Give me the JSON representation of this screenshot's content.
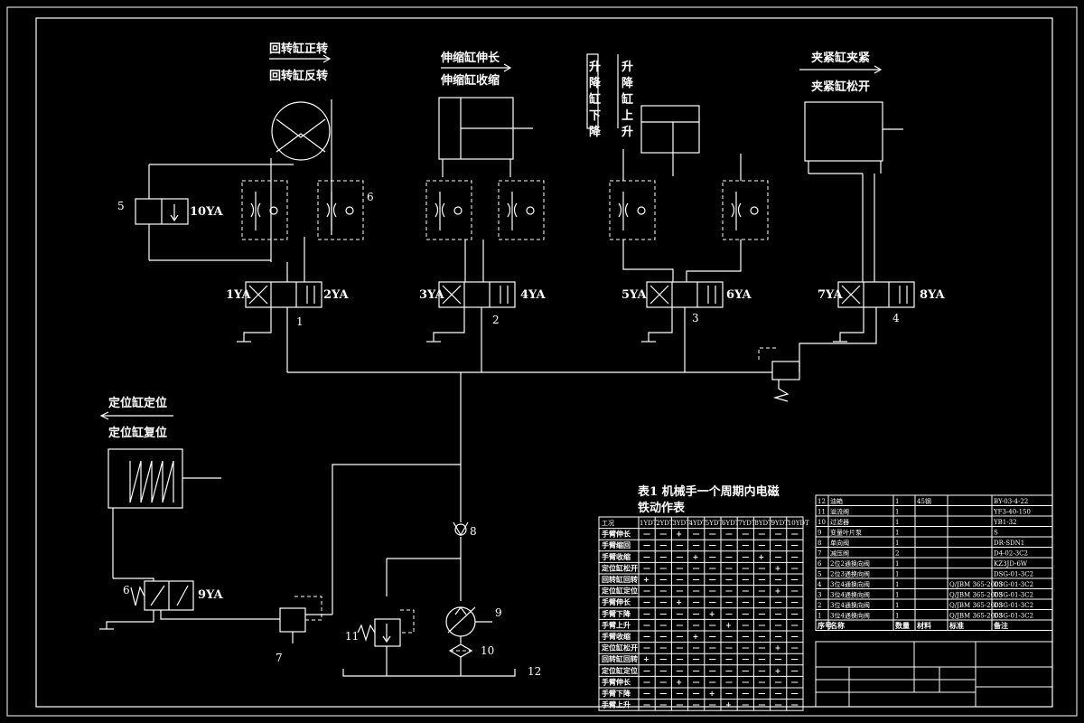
{
  "labels": {
    "rotary_cw": "回转缸正转",
    "rotary_ccw": "回转缸反转",
    "extend_long": "伸缩缸伸长",
    "extend_retract": "伸缩缸收缩",
    "lift_down_a": "升降缸下降",
    "lift_up_a": "升降缸上升",
    "clamp_close": "夹紧缸夹紧",
    "clamp_open": "夹紧缸松开",
    "locate_pos": "定位缸定位",
    "locate_reset": "定位缸复位"
  },
  "solenoids": [
    "1YA",
    "2YA",
    "3YA",
    "4YA",
    "5YA",
    "6YA",
    "7YA",
    "8YA",
    "9YA",
    "10YA"
  ],
  "part_numbers": [
    "1",
    "2",
    "3",
    "4",
    "5",
    "6",
    "6",
    "7",
    "8",
    "9",
    "10",
    "11",
    "12"
  ],
  "table_title_1": "表1  机械手一个周期内电磁",
  "table_title_2": "铁动作表",
  "action_table": {
    "header": [
      "工况",
      "1YDT",
      "2YDT",
      "3YDT",
      "4YDT",
      "5YDT",
      "6YDT",
      "7YDT",
      "8YDT",
      "9YDT",
      "10YDT"
    ],
    "rows": [
      {
        "name": "手臂伸长",
        "cells": [
          "—",
          "—",
          "+",
          "—",
          "—",
          "—",
          "—",
          "—",
          "—",
          "—"
        ]
      },
      {
        "name": "手臂缩回",
        "cells": [
          "—",
          "—",
          "—",
          "—",
          "—",
          "—",
          "—",
          "—",
          "—",
          "—"
        ]
      },
      {
        "name": "手臂收缩",
        "cells": [
          "—",
          "—",
          "—",
          "+",
          "—",
          "—",
          "—",
          "+",
          "—",
          "—"
        ]
      },
      {
        "name": "定位缸松开",
        "cells": [
          "—",
          "—",
          "—",
          "—",
          "—",
          "—",
          "—",
          "—",
          "+",
          "—"
        ]
      },
      {
        "name": "回转缸回转",
        "cells": [
          "+",
          "—",
          "—",
          "—",
          "—",
          "—",
          "—",
          "—",
          "—",
          "—"
        ]
      },
      {
        "name": "定位缸定位",
        "cells": [
          "—",
          "—",
          "—",
          "—",
          "—",
          "—",
          "—",
          "—",
          "+",
          "—"
        ]
      },
      {
        "name": "手臂伸长",
        "cells": [
          "—",
          "—",
          "+",
          "—",
          "—",
          "—",
          "—",
          "—",
          "—",
          "—"
        ]
      },
      {
        "name": "手臂下降",
        "cells": [
          "—",
          "—",
          "—",
          "—",
          "+",
          "—",
          "—",
          "—",
          "—",
          "—"
        ]
      },
      {
        "name": "手臂上升",
        "cells": [
          "—",
          "—",
          "—",
          "—",
          "—",
          "+",
          "—",
          "—",
          "—",
          "—"
        ]
      },
      {
        "name": "手臂收缩",
        "cells": [
          "—",
          "—",
          "—",
          "+",
          "—",
          "—",
          "—",
          "—",
          "—",
          "—"
        ]
      },
      {
        "name": "定位缸松开",
        "cells": [
          "—",
          "—",
          "—",
          "—",
          "—",
          "—",
          "—",
          "—",
          "+",
          "—"
        ]
      },
      {
        "name": "回转缸回转",
        "cells": [
          "+",
          "—",
          "—",
          "—",
          "—",
          "—",
          "—",
          "—",
          "—",
          "—"
        ]
      },
      {
        "name": "定位缸定位",
        "cells": [
          "—",
          "—",
          "—",
          "—",
          "—",
          "—",
          "—",
          "—",
          "+",
          "—"
        ]
      },
      {
        "name": "手臂伸长",
        "cells": [
          "—",
          "—",
          "+",
          "—",
          "—",
          "—",
          "—",
          "—",
          "—",
          "—"
        ]
      },
      {
        "name": "手臂下降",
        "cells": [
          "—",
          "—",
          "—",
          "—",
          "+",
          "—",
          "—",
          "—",
          "—",
          "—"
        ]
      },
      {
        "name": "手臂上升",
        "cells": [
          "—",
          "—",
          "—",
          "—",
          "—",
          "+",
          "—",
          "—",
          "—",
          "—"
        ]
      }
    ]
  },
  "parts_list": {
    "rows": [
      {
        "no": "12",
        "name": "油箱",
        "qty": "1",
        "mat": "45钢",
        "std": "",
        "code": "BY-03-4-22"
      },
      {
        "no": "11",
        "name": "溢流阀",
        "qty": "1",
        "mat": "",
        "std": "",
        "code": "YF3-40-150"
      },
      {
        "no": "10",
        "name": "过滤器",
        "qty": "1",
        "mat": "",
        "std": "",
        "code": "YB1-32"
      },
      {
        "no": "9",
        "name": "变量叶片泵",
        "qty": "1",
        "mat": "",
        "std": "",
        "code": "S"
      },
      {
        "no": "8",
        "name": "单向阀",
        "qty": "1",
        "mat": "",
        "std": "",
        "code": "DR-SDN1"
      },
      {
        "no": "7",
        "name": "减压阀",
        "qty": "2",
        "mat": "",
        "std": "",
        "code": "D4-02-3C2"
      },
      {
        "no": "6",
        "name": "2位2通换向阀",
        "qty": "1",
        "mat": "",
        "std": "",
        "code": "KZ3JD-6W"
      },
      {
        "no": "5",
        "name": "2位3通换向阀",
        "qty": "1",
        "mat": "",
        "std": "",
        "code": "DSG-01-3C2"
      },
      {
        "no": "4",
        "name": "3位4通换向阀",
        "qty": "1",
        "mat": "",
        "std": "Q/JBM 365-2003",
        "code": "DSG-01-3C2"
      },
      {
        "no": "3",
        "name": "3位4通换向阀",
        "qty": "1",
        "mat": "",
        "std": "Q/JBM 365-2003",
        "code": "DSG-01-3C2"
      },
      {
        "no": "2",
        "name": "3位4通换向阀",
        "qty": "1",
        "mat": "",
        "std": "Q/JBM 365-2003",
        "code": "DSG-01-3C2"
      },
      {
        "no": "1",
        "name": "3位4通换向阀",
        "qty": "1",
        "mat": "",
        "std": "Q/JBM 365-2003",
        "code": "DSG-01-3C2"
      }
    ],
    "header": [
      "序号",
      "名称",
      "数量",
      "材料",
      "标准",
      "备注"
    ]
  }
}
